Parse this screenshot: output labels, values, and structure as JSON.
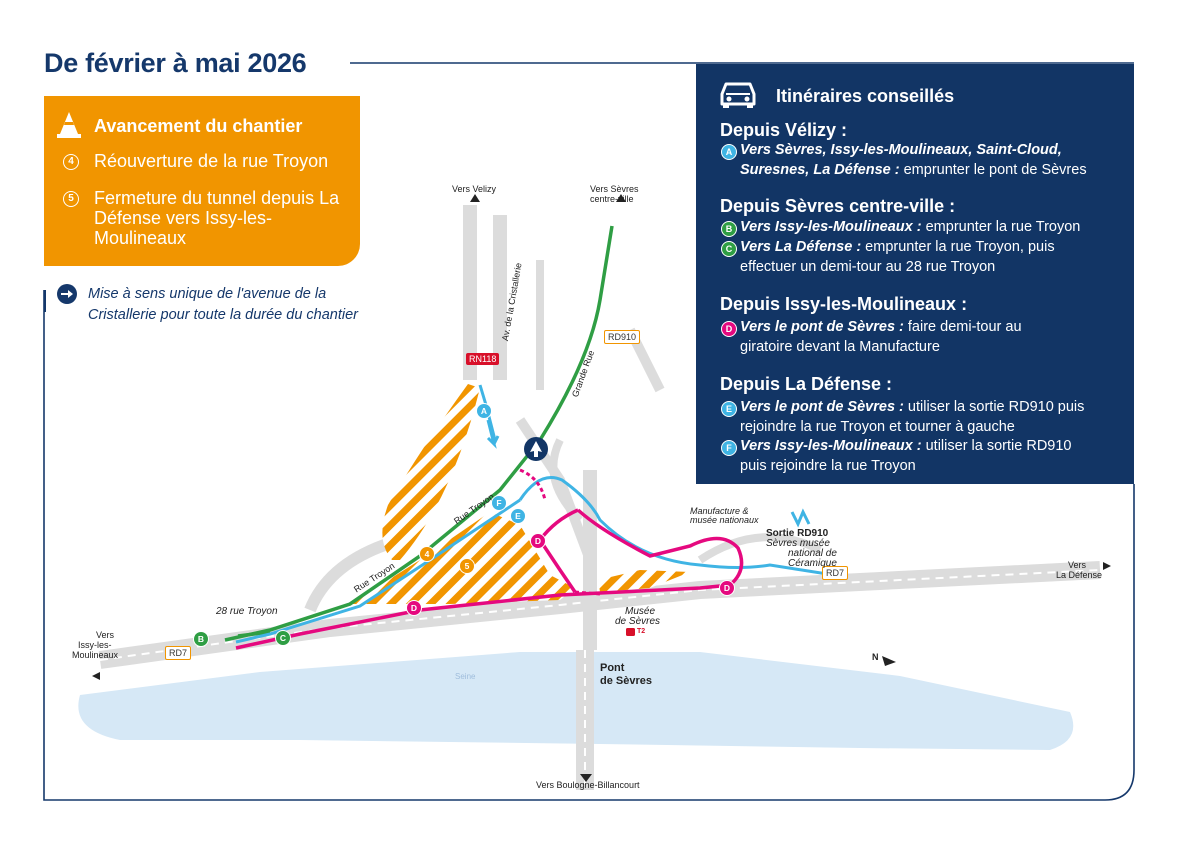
{
  "title": "De février à mai 2026",
  "works": {
    "heading": "Avancement du chantier",
    "items": [
      {
        "number": "4",
        "text": "Réouverture de la rue Troyon"
      },
      {
        "number": "5",
        "text": "Fermeture du tunnel depuis La Défense vers Issy-les-Moulineaux"
      }
    ],
    "icon": "traffic-cone-icon"
  },
  "notice": {
    "icon": "right-arrow-icon",
    "text": "Mise à sens unique de l'avenue de la Cristallerie pour toute la durée du chantier"
  },
  "itineraries": {
    "heading": "Itinéraires conseillés",
    "icon": "car-icon",
    "sections": [
      {
        "title": "Depuis Vélizy :",
        "routes": [
          {
            "letter": "A",
            "color": "#3fb4e4",
            "bold": "Vers Sèvres, Issy-les-Moulineaux, Saint-Cloud, Suresnes, La Défense :",
            "text": " emprunter le pont de Sèvres"
          }
        ]
      },
      {
        "title": "Depuis Sèvres centre-ville :",
        "routes": [
          {
            "letter": "B",
            "color": "#2f9e44",
            "bold": "Vers Issy-les-Moulineaux :",
            "text": " emprunter la rue Troyon"
          },
          {
            "letter": "C",
            "color": "#2f9e44",
            "bold": "Vers La Défense :",
            "text": " emprunter la rue Troyon, puis effectuer un demi-tour au 28 rue Troyon"
          }
        ]
      },
      {
        "title": "Depuis Issy-les-Moulineaux :",
        "routes": [
          {
            "letter": "D",
            "color": "#e5097f",
            "bold": "Vers le pont de Sèvres :",
            "text": " faire demi-tour au giratoire devant la Manufacture"
          }
        ]
      },
      {
        "title": "Depuis La Défense :",
        "routes": [
          {
            "letter": "E",
            "color": "#3fb4e4",
            "bold": "Vers le pont de Sèvres :",
            "text": " utiliser la sortie RD910 puis rejoindre la rue Troyon et tourner à gauche"
          },
          {
            "letter": "F",
            "color": "#3fb4e4",
            "bold": "Vers Issy-les-Moulineaux :",
            "text": " utiliser la sortie RD910 puis rejoindre la rue Troyon"
          }
        ]
      }
    ]
  },
  "map": {
    "labels": {
      "vers_velizy": "Vers Velizy",
      "vers_sevres_1": "Vers Sèvres",
      "vers_sevres_2": "centre-ville",
      "rn118": "RN118",
      "rd910": "RD910",
      "av_cristallerie": "Av. de la Cristallerie",
      "grande_rue": "Grande Rue",
      "rue_troyon_1": "Rue Troyon",
      "rue_troyon_2": "Rue Troyon",
      "rue_28": "28 rue Troyon",
      "vers_issy_1": "Vers",
      "vers_issy_2": "Issy-les-",
      "vers_issy_3": "Moulineaux",
      "rd7_left": "RD7",
      "rd7_right": "RD7",
      "manufacture_1": "Manufacture &",
      "manufacture_2": "musée nationaux",
      "sortie": "Sortie RD910",
      "sevres_musee_1": "Sèvres musée",
      "sevres_musee_2": "national de",
      "sevres_musee_3": "Céramique",
      "vers_defense_1": "Vers",
      "vers_defense_2": "La Défense",
      "musee_1": "Musée",
      "musee_2": "de Sèvres",
      "t2": "T2",
      "seine": "Seine",
      "pont_1": "Pont",
      "pont_2": "de Sèvres",
      "vers_boulogne": "Vers Boulogne-Billancourt",
      "north": "N"
    },
    "markers": [
      {
        "label": "A",
        "color": "#3fb4e4"
      },
      {
        "label": "B",
        "color": "#2f9e44"
      },
      {
        "label": "C",
        "color": "#2f9e44"
      },
      {
        "label": "D",
        "color": "#e5097f"
      },
      {
        "label": "D",
        "color": "#e5097f"
      },
      {
        "label": "D",
        "color": "#e5097f"
      },
      {
        "label": "E",
        "color": "#3fb4e4"
      },
      {
        "label": "F",
        "color": "#3fb4e4"
      },
      {
        "label": "4",
        "color": "#f19500"
      },
      {
        "label": "5",
        "color": "#f19500"
      }
    ],
    "colors": {
      "navy": "#123565",
      "orange": "#f19500",
      "green": "#2f9e44",
      "magenta": "#e5097f",
      "light_blue": "#3fb4e4",
      "water": "#d6e8f6"
    }
  }
}
